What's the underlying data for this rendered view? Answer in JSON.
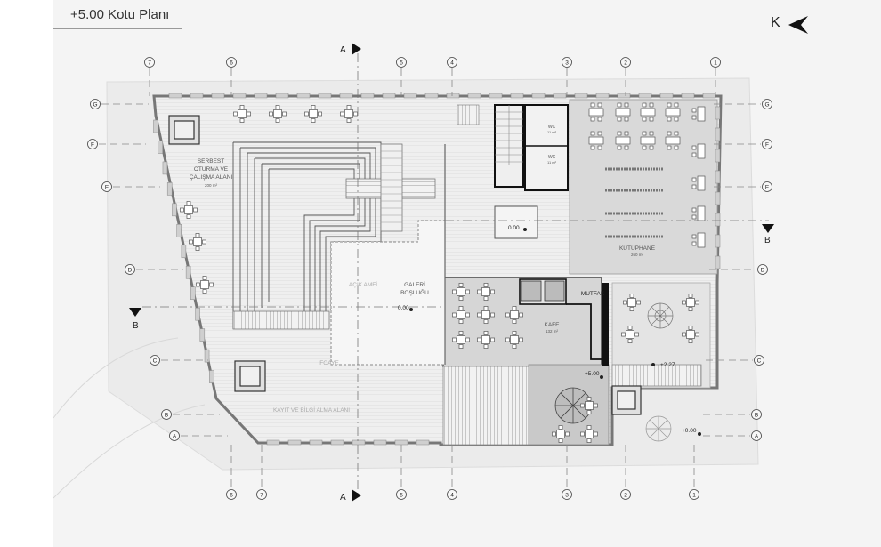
{
  "sheet_title": "+5.00 Kotu Planı",
  "north_label": "K",
  "section_marks": {
    "a": "A",
    "b": "B"
  },
  "grid_columns": [
    "7",
    "6",
    "5",
    "4",
    "3",
    "2",
    "1"
  ],
  "grid_rows": [
    "G",
    "F",
    "E",
    "D",
    "C",
    "B",
    "A"
  ],
  "rooms": {
    "serbest": {
      "line1": "SERBEST",
      "line2": "OTURMA VE",
      "line3": "ÇALIŞMA ALANI",
      "area": "200 m²"
    },
    "galeri": {
      "line1": "GALERİ",
      "line2": "BOŞLUĞU"
    },
    "acik_amfi": "AÇIK AMFİ",
    "fuaye": "FOAYE",
    "kayit": "KAYIT VE BİLGİ ALMA ALANI",
    "kutuphane": {
      "name": "KÜTÜPHANE",
      "area": "260 m²"
    },
    "kafe": {
      "name": "KAFE",
      "area": "132 m²"
    },
    "mutfak": "MUTFAK",
    "wc1": {
      "name": "WC",
      "area": "11 m²"
    },
    "wc2": {
      "name": "WC",
      "area": "11 m²"
    }
  },
  "levels": {
    "l1": "0.00",
    "l2": "0.00",
    "l3": "+5.00",
    "l4": "+2.27",
    "l5": "+0.00"
  }
}
